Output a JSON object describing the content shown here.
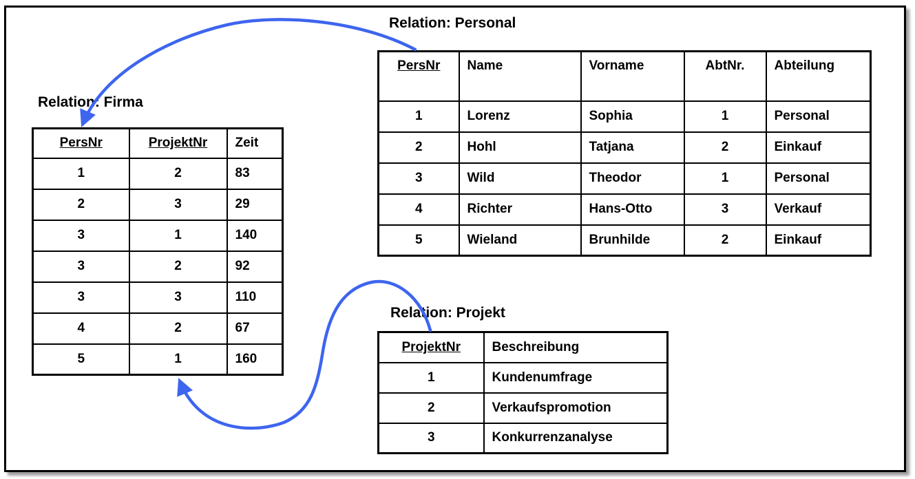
{
  "colors": {
    "arrow": "#3d65ee",
    "table_border": "#000000",
    "background": "#ffffff",
    "frame_shadow": "#9b9b9b"
  },
  "tables": {
    "firma": {
      "title": "Relation: Firma",
      "columns": [
        {
          "label": "PersNr",
          "underline": true,
          "align": "center"
        },
        {
          "label": "ProjektNr",
          "underline": true,
          "align": "center"
        },
        {
          "label": "Zeit",
          "underline": false,
          "align": "left"
        }
      ],
      "rows": [
        [
          "1",
          "2",
          "83"
        ],
        [
          "2",
          "3",
          "29"
        ],
        [
          "3",
          "1",
          "140"
        ],
        [
          "3",
          "2",
          "92"
        ],
        [
          "3",
          "3",
          "110"
        ],
        [
          "4",
          "2",
          "67"
        ],
        [
          "5",
          "1",
          "160"
        ]
      ]
    },
    "personal": {
      "title": "Relation: Personal",
      "columns": [
        {
          "label": "PersNr",
          "underline": true,
          "align": "center"
        },
        {
          "label": "Name",
          "underline": false,
          "align": "left"
        },
        {
          "label": "Vorname",
          "underline": false,
          "align": "left"
        },
        {
          "label": "AbtNr.",
          "underline": false,
          "align": "center"
        },
        {
          "label": "Abteilung",
          "underline": false,
          "align": "left"
        }
      ],
      "rows": [
        [
          "1",
          "Lorenz",
          "Sophia",
          "1",
          "Personal"
        ],
        [
          "2",
          "Hohl",
          "Tatjana",
          "2",
          "Einkauf"
        ],
        [
          "3",
          "Wild",
          "Theodor",
          "1",
          "Personal"
        ],
        [
          "4",
          "Richter",
          "Hans-Otto",
          "3",
          "Verkauf"
        ],
        [
          "5",
          "Wieland",
          "Brunhilde",
          "2",
          "Einkauf"
        ]
      ]
    },
    "projekt": {
      "title": "Relation: Projekt",
      "columns": [
        {
          "label": "ProjektNr",
          "underline": true,
          "align": "center"
        },
        {
          "label": "Beschreibung",
          "underline": false,
          "align": "left"
        }
      ],
      "rows": [
        [
          "1",
          "Kundenumfrage"
        ],
        [
          "2",
          "Verkaufspromotion"
        ],
        [
          "3",
          "Konkurrenzanalyse"
        ]
      ]
    }
  },
  "arrows": [
    {
      "name": "personal-to-firma",
      "from": "Personal.PersNr",
      "to": "Firma.PersNr"
    },
    {
      "name": "projekt-to-firma",
      "from": "Projekt.ProjektNr",
      "to": "Firma.ProjektNr"
    }
  ]
}
